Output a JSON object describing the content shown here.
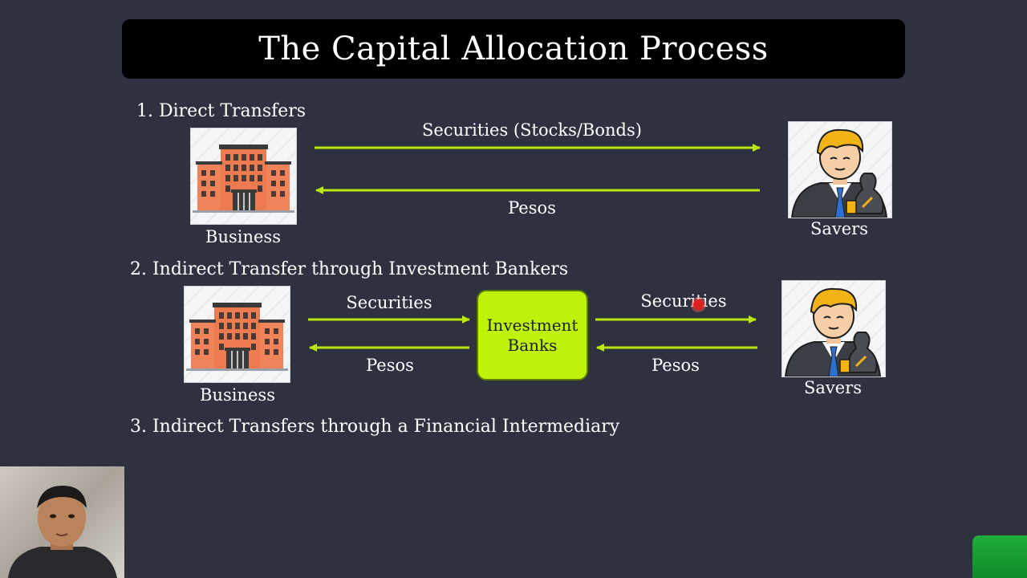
{
  "title": "The Capital Allocation Process",
  "section1": {
    "heading": "1. Direct Transfers",
    "top_flow_label": "Securities (Stocks/Bonds)",
    "bottom_flow_label": "Pesos",
    "left_entity": "Business",
    "right_entity": "Savers"
  },
  "section2": {
    "heading": "2. Indirect Transfer through Investment Bankers",
    "left_top_label": "Securities",
    "left_bottom_label": "Pesos",
    "intermediary": "Investment\nBanks",
    "right_top_label": "Securities",
    "right_bottom_label": "Pesos",
    "left_entity": "Business",
    "right_entity": "Savers"
  },
  "section3": {
    "heading": "3. Indirect Transfers through a Financial Intermediary"
  },
  "colors": {
    "background": "#2e3240",
    "title_bar": "#000000",
    "arrow": "#b8e80c",
    "intermediary_box": "#bff20a"
  },
  "icons": {
    "business": "office-building-icon",
    "savers": "businessman-with-money-bag-icon"
  }
}
